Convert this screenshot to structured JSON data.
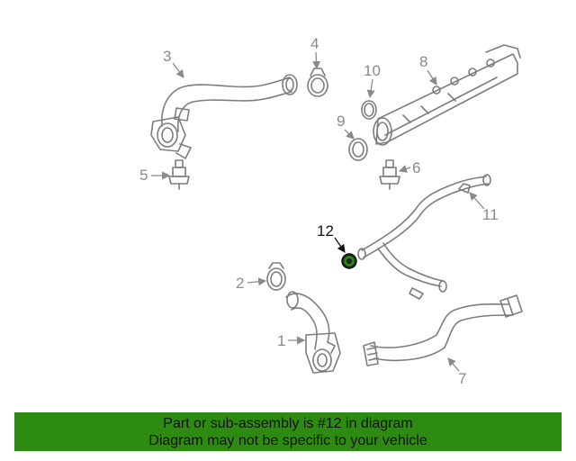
{
  "diagram": {
    "callouts": {
      "c1": "1",
      "c2": "2",
      "c3": "3",
      "c4": "4",
      "c5": "5",
      "c6": "6",
      "c7": "7",
      "c8": "8",
      "c9": "9",
      "c10": "10",
      "c11": "11",
      "c12": "12"
    },
    "highlighted_part": "12",
    "colors": {
      "part_stroke": "#7d7d7d",
      "highlight_part": "#2e8b12",
      "banner_background": "#2e8b12"
    }
  },
  "banner": {
    "line1": "Part or sub-assembly is #12 in diagram",
    "line2": "Diagram may not be specific to your vehicle"
  }
}
